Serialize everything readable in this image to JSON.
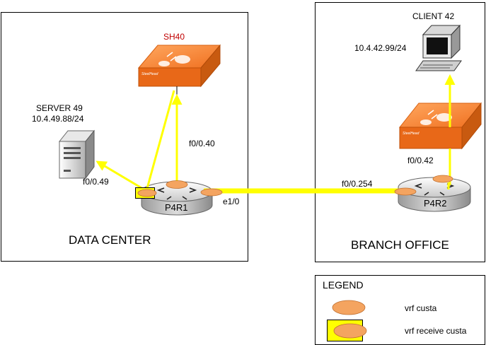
{
  "zones": {
    "data_center": "DATA CENTER",
    "branch_office": "BRANCH OFFICE"
  },
  "devices": {
    "steelhead_dc": {
      "name": "SH40",
      "brand": "SteelHead",
      "color": "#f07828"
    },
    "steelhead_branch": {
      "brand": "SteelHead",
      "color": "#f07828"
    },
    "server": {
      "name": "SERVER 49",
      "ip": "10.4.49.88/24"
    },
    "client": {
      "name": "CLIENT 42",
      "ip": "10.4.42.99/24"
    },
    "router_dc": {
      "name": "P4R1"
    },
    "router_branch": {
      "name": "P4R2"
    }
  },
  "interfaces": {
    "r1_to_server": "f0/0.49",
    "r1_to_sh": "f0/0.40",
    "r1_wan": "e1/0",
    "r2_wan": "f0/0.254",
    "r2_to_sh": "f0/0.42"
  },
  "legend": {
    "title": "LEGEND",
    "items": [
      {
        "label": "vrf custa"
      },
      {
        "label": "vrf receive custa"
      }
    ]
  },
  "colors": {
    "path": "#ffff00",
    "vrf": "#f4a460",
    "highlight_box": "#ffff00"
  }
}
